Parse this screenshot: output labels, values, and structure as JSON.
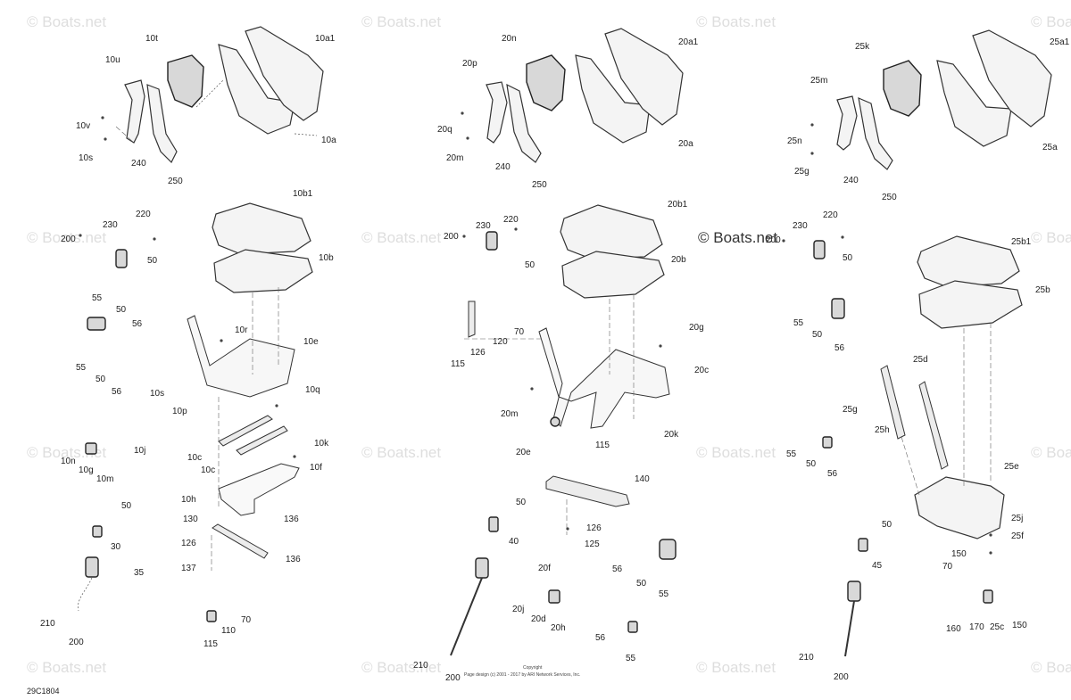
{
  "watermarks": [
    {
      "text": "© Boats.net"
    },
    {
      "text": "© Boats.net"
    },
    {
      "text": "© Boats.net"
    },
    {
      "text": "© Boats.net"
    },
    {
      "text": "© Boats.net"
    },
    {
      "text": "© Boats.net"
    },
    {
      "text": "© Boats.net"
    },
    {
      "text": "© Boats.net"
    },
    {
      "text": "© Boats.net"
    },
    {
      "text": "© Boats.net"
    },
    {
      "text": "© Boats.net"
    },
    {
      "text": "© Boats.net"
    },
    {
      "text": "© Boats.net"
    },
    {
      "text": "© Boats.net"
    },
    {
      "text": "© Boats.net"
    }
  ],
  "center_watermark": "© Boats.net",
  "diagram_code": "29C1804",
  "copyright": {
    "line1": "Copyright",
    "line2": "Page design (c) 2001 - 2017 by ARI Network Services, Inc."
  },
  "callouts": {
    "left": [
      "10t",
      "10a1",
      "10u",
      "10v",
      "10s",
      "240",
      "250",
      "10a",
      "10b1",
      "10b",
      "220",
      "230",
      "200",
      "50",
      "55",
      "50",
      "56",
      "10r",
      "10e",
      "10s",
      "10p",
      "10q",
      "55",
      "50",
      "56",
      "10j",
      "10n",
      "10g",
      "10m",
      "10c",
      "10c",
      "10k",
      "10f",
      "10h",
      "136",
      "130",
      "126",
      "137",
      "136",
      "50",
      "30",
      "35",
      "210",
      "200",
      "70",
      "110",
      "115"
    ],
    "middle": [
      "20n",
      "20a1",
      "20p",
      "20q",
      "20m",
      "240",
      "250",
      "20a",
      "20b1",
      "20b",
      "230",
      "220",
      "200",
      "50",
      "70",
      "120",
      "126",
      "115",
      "20g",
      "20c",
      "20m",
      "20k",
      "20e",
      "115",
      "140",
      "50",
      "126",
      "125",
      "40",
      "20f",
      "20j",
      "20d",
      "20h",
      "56",
      "50",
      "55",
      "56",
      "55",
      "210",
      "200"
    ],
    "right": [
      "25k",
      "25a1",
      "25m",
      "25n",
      "25g",
      "240",
      "250",
      "25a",
      "25b1",
      "25b",
      "230",
      "220",
      "200",
      "50",
      "55",
      "50",
      "56",
      "25d",
      "25g",
      "25h",
      "55",
      "50",
      "56",
      "25e",
      "25j",
      "25f",
      "50",
      "150",
      "70",
      "45",
      "210",
      "200",
      "160",
      "170",
      "25c",
      "150"
    ]
  }
}
